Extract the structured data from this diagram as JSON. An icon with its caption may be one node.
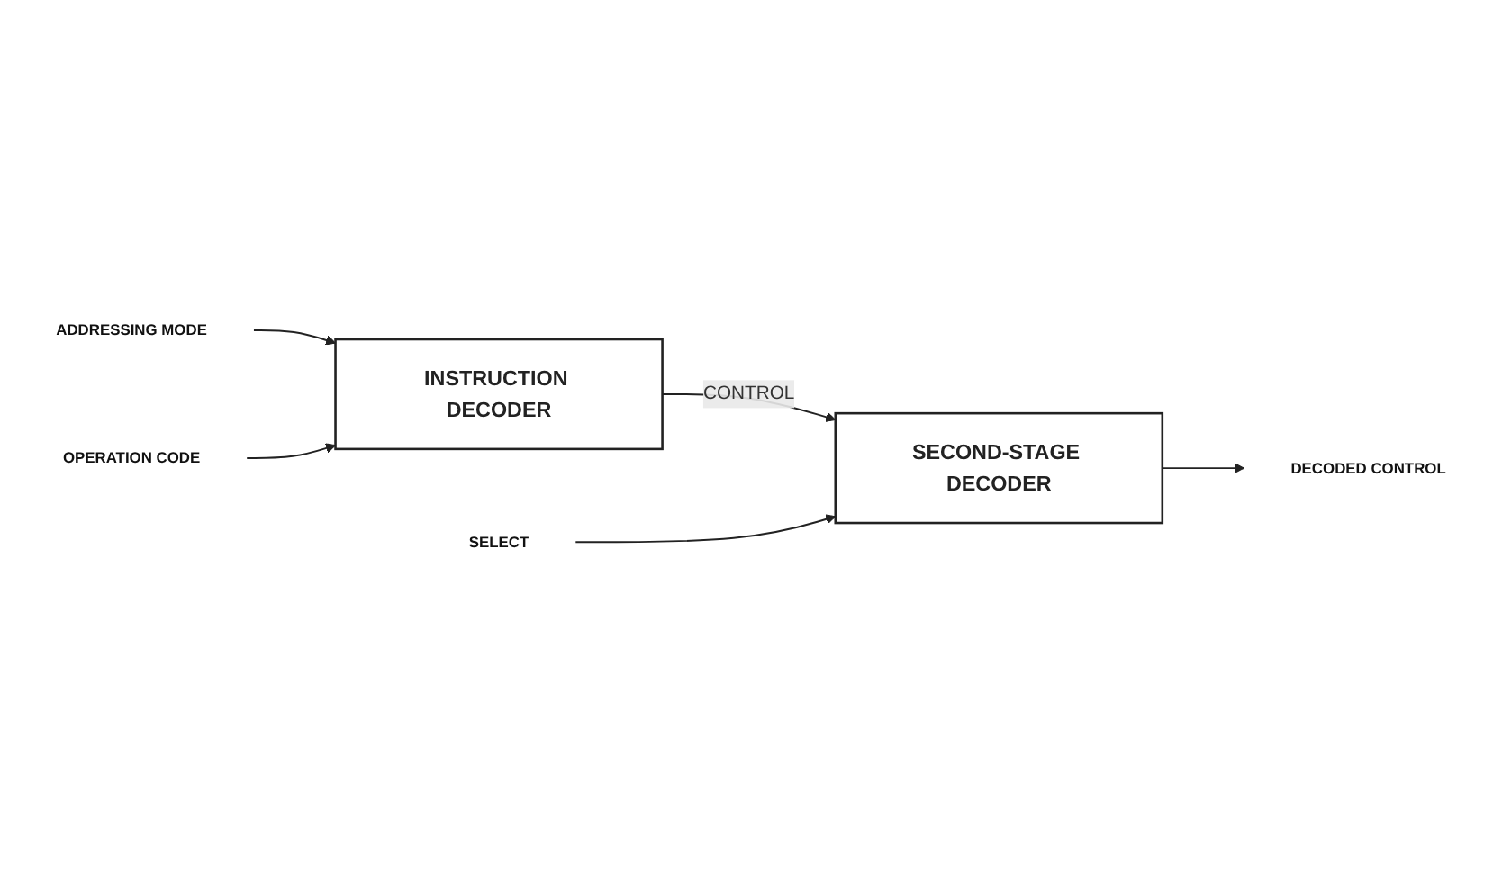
{
  "diagram": {
    "nodes": [
      {
        "text": [
          "INSTRUCTION DECODER"
        ]
      },
      {
        "text": [
          "SECOND-STAGE DECODER"
        ]
      },
      {
        "text": [
          "ADDRESSING MODE"
        ]
      },
      {
        "text": [
          "OPERATION CODE"
        ]
      },
      {
        "text": [
          "SELECT"
        ]
      },
      {
        "text": [
          "DECODED CONTROL"
        ]
      }
    ],
    "edges": [
      {
        "from": 2,
        "to": 0,
        "arrow": "to"
      },
      {
        "from": 3,
        "to": 0,
        "arrow": "to"
      },
      {
        "from": 0,
        "to": 1,
        "arrow": "to",
        "label": "CONTROL"
      },
      {
        "from": 4,
        "to": 1,
        "arrow": "to"
      },
      {
        "from": 1,
        "to": 5,
        "arrow": "to"
      }
    ]
  }
}
